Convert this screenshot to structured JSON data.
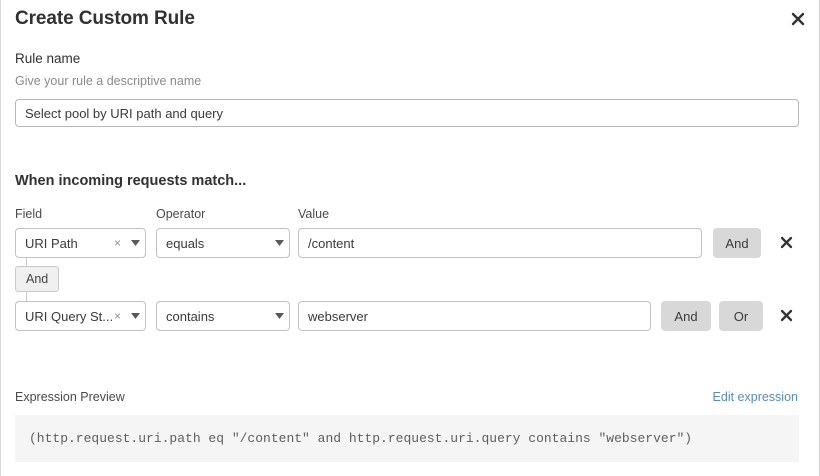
{
  "header": {
    "title": "Create Custom Rule",
    "close_icon": "close-icon"
  },
  "rule_name": {
    "label": "Rule name",
    "hint": "Give your rule a descriptive name",
    "value": "Select pool by URI path and query",
    "placeholder": "Enter rule name"
  },
  "match_section": {
    "heading": "When incoming requests match...",
    "columns": {
      "field": "Field",
      "operator": "Operator",
      "value": "Value"
    },
    "logic_badge": "And",
    "rows": [
      {
        "field": "URI Path",
        "field_clear_icon": "close-small-icon",
        "field_caret_icon": "chevron-down-icon",
        "operator": "equals",
        "operator_caret_icon": "chevron-down-icon",
        "value": "/content",
        "value_placeholder": "Enter value",
        "buttons": [
          "And"
        ],
        "delete_icon": "close-icon"
      },
      {
        "field": "URI Query St...",
        "field_clear_icon": "close-small-icon",
        "field_caret_icon": "chevron-down-icon",
        "operator": "contains",
        "operator_caret_icon": "chevron-down-icon",
        "value": "webserver",
        "value_placeholder": "Enter value",
        "buttons": [
          "And",
          "Or"
        ],
        "delete_icon": "close-icon"
      }
    ]
  },
  "expression_preview": {
    "label": "Expression Preview",
    "edit_link": "Edit expression",
    "expression": "(http.request.uri.path eq \"/content\" and http.request.uri.query contains \"webserver\")"
  },
  "colors": {
    "accent_link": "#5b8db3",
    "button_gray": "#d8d8d8",
    "badge_gray": "#f0f0f0",
    "code_bg": "#f5f5f5",
    "border": "#c2c2c2",
    "text": "#313131",
    "muted_text": "#8a8a8a"
  }
}
